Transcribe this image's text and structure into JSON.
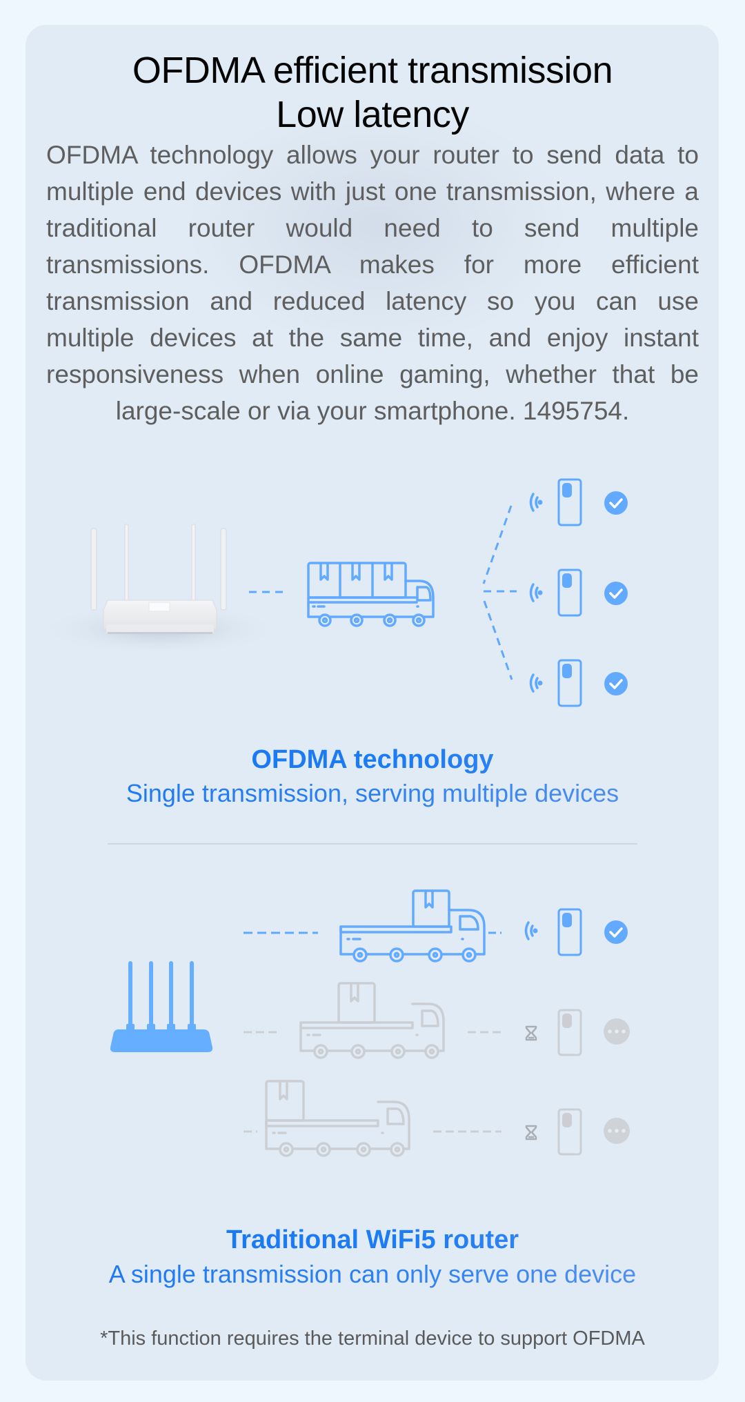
{
  "header": {
    "title_line1": "OFDMA efficient transmission",
    "title_line2": "Low latency"
  },
  "description": "OFDMA technology allows your router to send data to multiple end devices with just one transmission, where a traditional router would need to send multiple transmissions. OFDMA makes for more efficient transmission and reduced latency so you can use multiple devices at the same time, and enjoy instant responsiveness when online gaming, whether that be large-scale or via your smartphone. 1495754.",
  "ofdma_section": {
    "heading": "OFDMA technology",
    "subheading": "Single transmission, serving multiple devices",
    "router": "router-photo",
    "vehicle": "truck-icon-three-boxes",
    "devices": [
      {
        "icon": "phone-icon",
        "signal": "wifi-signal-icon",
        "status": "check-circle-icon"
      },
      {
        "icon": "phone-icon",
        "signal": "wifi-signal-icon",
        "status": "check-circle-icon"
      },
      {
        "icon": "phone-icon",
        "signal": "wifi-signal-icon",
        "status": "check-circle-icon"
      }
    ]
  },
  "traditional_section": {
    "heading": "Traditional WiFi5 router",
    "subheading": "A single transmission can only serve one device",
    "router": "router-icon",
    "rows": [
      {
        "vehicle": "truck-icon-one-box",
        "state": "active",
        "signal": "wifi-signal-icon",
        "status": "check-circle-icon"
      },
      {
        "vehicle": "truck-icon-one-box",
        "state": "waiting",
        "signal": "hourglass-icon",
        "status": "more-dots-icon"
      },
      {
        "vehicle": "truck-icon-one-box",
        "state": "waiting",
        "signal": "hourglass-icon",
        "status": "more-dots-icon"
      }
    ]
  },
  "footnote": "*This function requires the terminal device to support OFDMA",
  "colors": {
    "page_bg": "#EEF7FE",
    "card_bg": "#E1EBF5",
    "accent_blue": "#1C7CF4",
    "icon_blue": "#66AEFF",
    "icon_gray": "#CBCFD3",
    "body_text": "#5E5E5E"
  }
}
